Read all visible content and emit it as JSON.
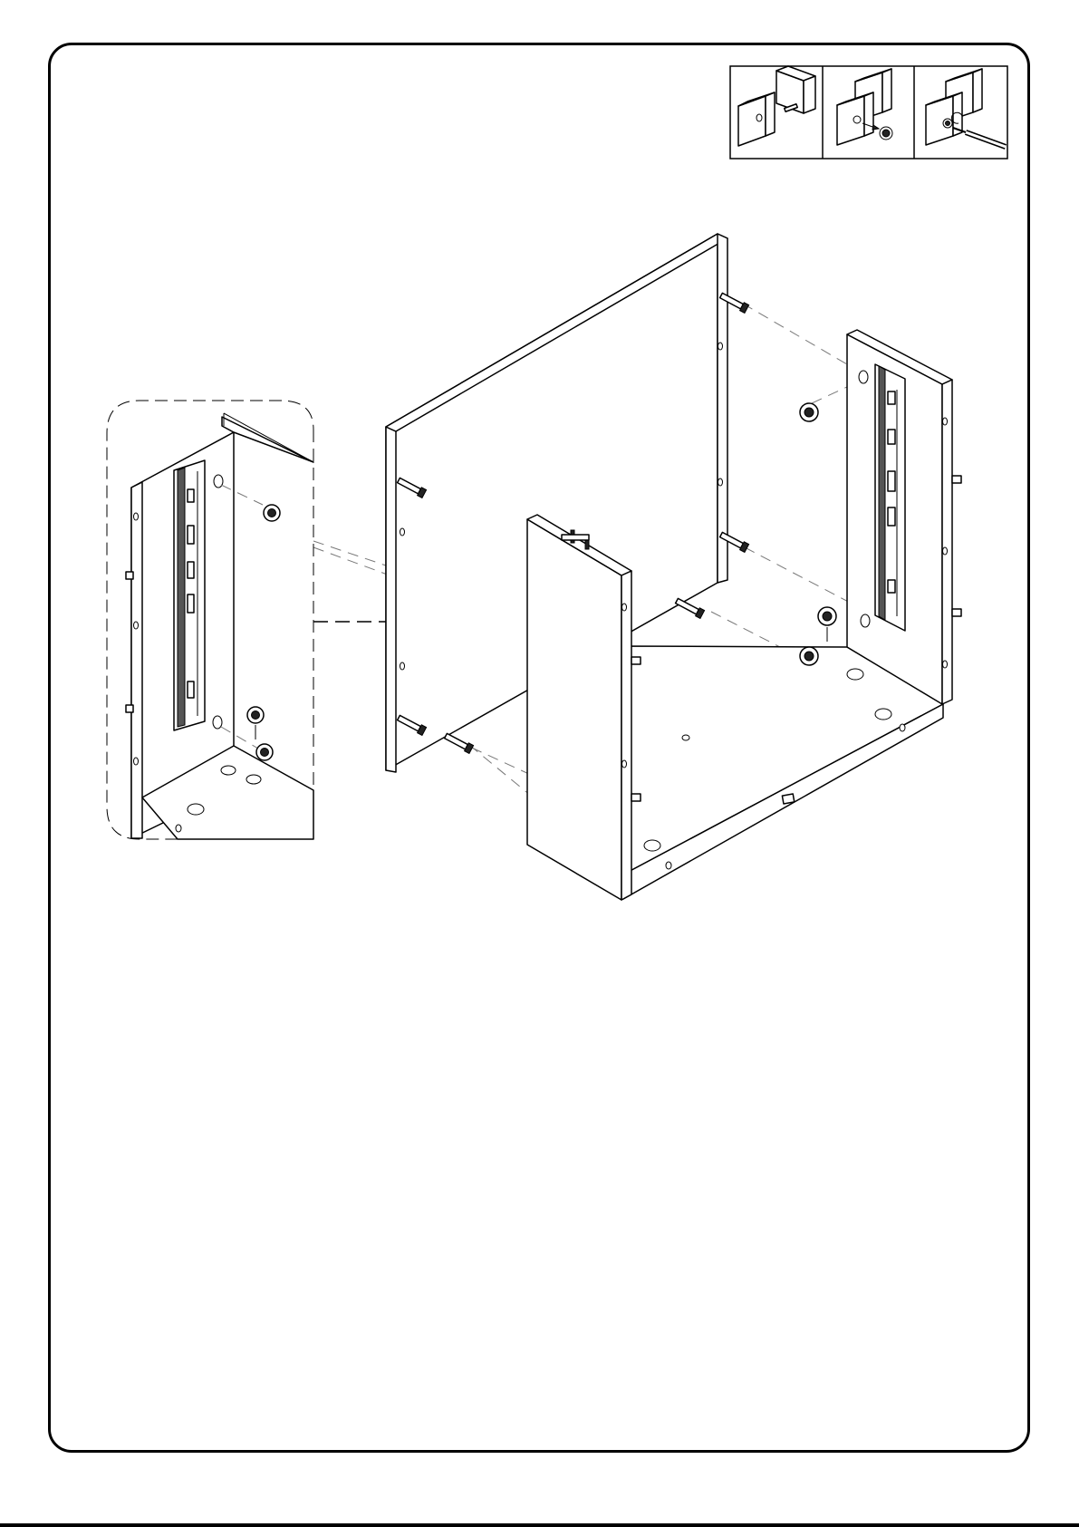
{
  "figure": {
    "kind": "assembly-instruction",
    "step_labels": [],
    "colors": {
      "line": "#000000",
      "paper": "#ffffff",
      "guide": "#777777"
    },
    "icons": {
      "cam-step-1": "dowel-into-panel-icon",
      "cam-step-2": "cam-lock-insert-icon",
      "cam-step-3": "screwdriver-tighten-icon"
    },
    "callouts": {
      "detail_view": "drawer-slide-detail",
      "cam_sequence_panels": 3
    }
  }
}
